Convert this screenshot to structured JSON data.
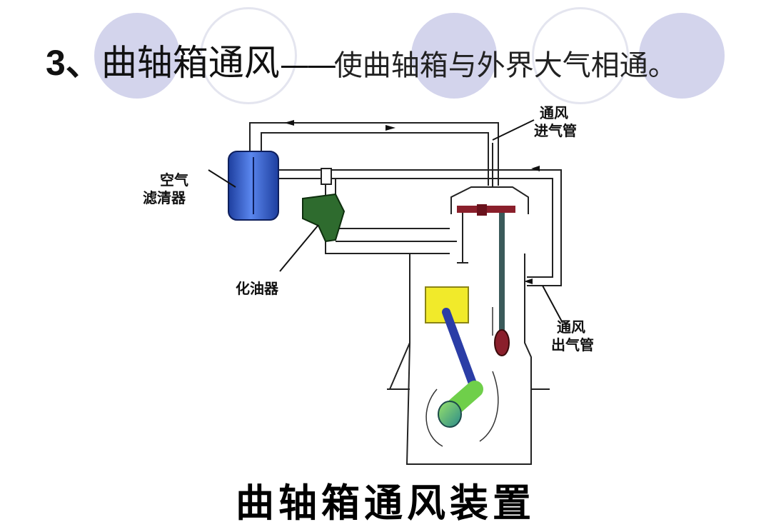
{
  "header": {
    "number": "3、",
    "title": "曲轴箱通风",
    "dash": "——",
    "subtitle": "使曲轴箱与外界大气相通。"
  },
  "labels": {
    "intake_pipe": [
      "通风",
      "进气管"
    ],
    "air_filter": [
      "空气",
      "滤清器"
    ],
    "carburetor": "化油器",
    "outlet_pipe": [
      "通风",
      "出气管"
    ]
  },
  "caption": "曲轴箱通风装置",
  "colors": {
    "deco_circle": "#d3d4ec",
    "air_filter": "#2f56c8",
    "carburetor": "#2e6b2e",
    "piston": "#f1ea2a",
    "connecting_rod": "#2b3da6",
    "crank": "#6fcf4a",
    "valve": "#8a1f2b"
  }
}
